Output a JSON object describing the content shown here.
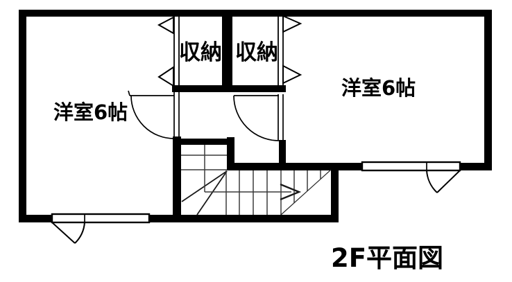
{
  "plan": {
    "title": "2F平面図",
    "rooms": {
      "left_bedroom": {
        "label": "洋室6帖"
      },
      "right_bedroom": {
        "label": "洋室6帖"
      },
      "left_closet": {
        "label": "収納"
      },
      "right_closet": {
        "label": "収納"
      }
    }
  }
}
